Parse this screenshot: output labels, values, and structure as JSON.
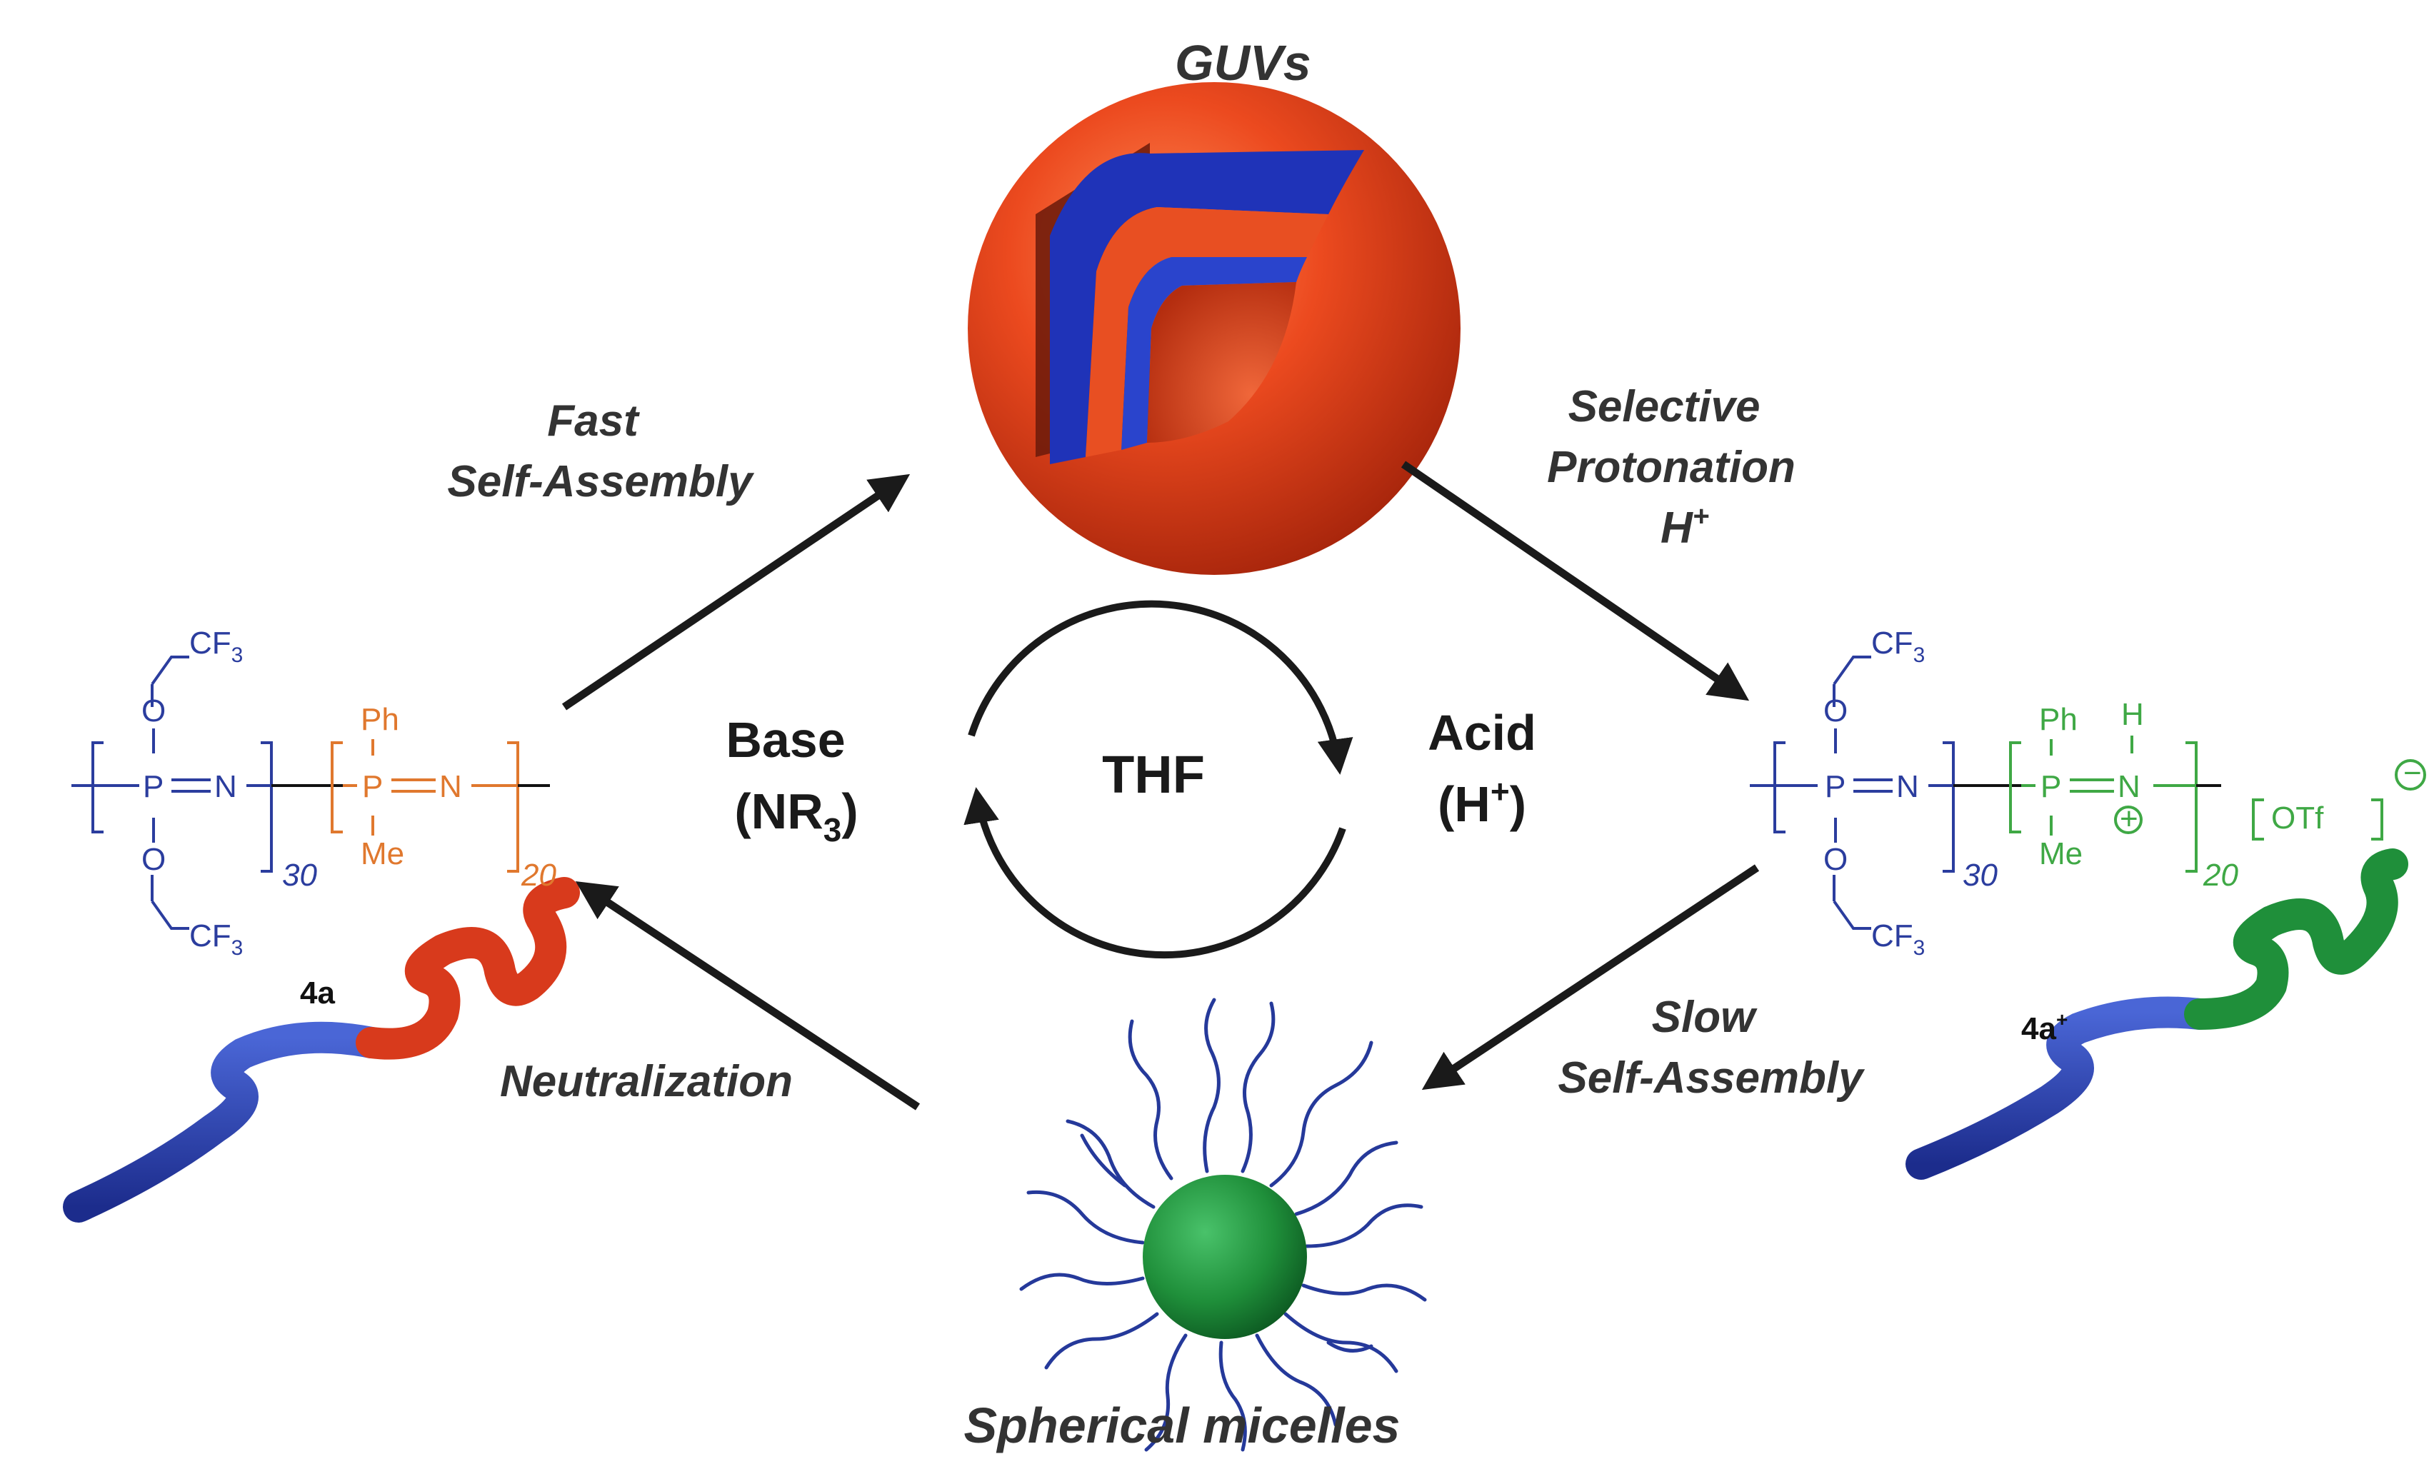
{
  "labels": {
    "guvs": "GUVs",
    "fast_line1": "Fast",
    "fast_line2": "Self-Assembly",
    "selective_line1": "Selective",
    "selective_line2": "Protonation",
    "selective_h": "H",
    "selective_h_sup": "+",
    "neutralization": "Neutralization",
    "slow_line1": "Slow",
    "slow_line2": "Self-Assembly",
    "micelles": "Spherical micelles",
    "solvent": "THF",
    "base": "Base",
    "base_reagent_pre": "(NR",
    "base_reagent_sub": "3",
    "base_reagent_post": ")",
    "acid": "Acid",
    "acid_reagent_pre": "(H",
    "acid_reagent_sup": "+",
    "acid_reagent_post": ")"
  },
  "polymer_left": {
    "cf3_top": "CF",
    "cf3_bottom": "CF",
    "cf3_sub": "3",
    "o": "O",
    "p": "P",
    "n": "N",
    "ph": "Ph",
    "me": "Me",
    "n1": "30",
    "n2": "20",
    "compound": "4a"
  },
  "polymer_right": {
    "cf3_top": "CF",
    "cf3_bottom": "CF",
    "cf3_sub": "3",
    "o": "O",
    "p": "P",
    "n": "N",
    "h": "H",
    "ph": "Ph",
    "me": "Me",
    "plus": "+",
    "n1": "30",
    "n2": "20",
    "counterion": "OTf",
    "minus": "−",
    "compound": "4a",
    "compound_sup": "+"
  },
  "colors": {
    "polyphosphazene_block": "#2b3d9e",
    "neutral_block": "#e0782e",
    "protonated_block": "#3fa845",
    "vesicle": "#e8461e",
    "micelle_core": "#1f8f3a"
  }
}
